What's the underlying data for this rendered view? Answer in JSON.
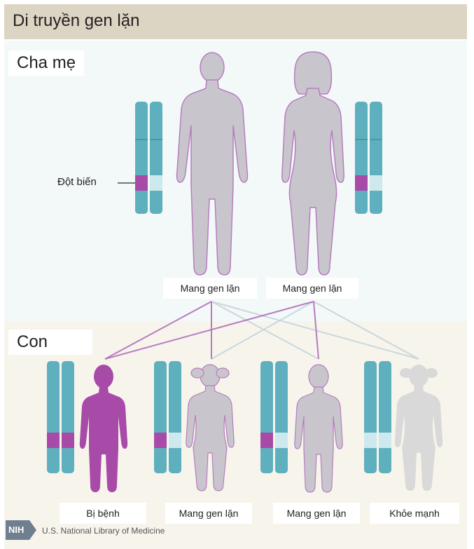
{
  "header": {
    "title": "Di truyền gen lặn"
  },
  "parents": {
    "section_label": "Cha mẹ",
    "mutation_label": "Đột biến",
    "father_caption": "Mang gen lặn",
    "mother_caption": "Mang gen lặn"
  },
  "children": {
    "section_label": "Con",
    "captions": [
      "Bị bệnh",
      "Mang gen lặn",
      "Mang gen lặn",
      "Khỏe mạnh"
    ]
  },
  "footer": {
    "logo_text": "NIH",
    "org_text": "U.S. National Library of Medicine"
  },
  "colors": {
    "header_bg": "#ddd5c3",
    "chromosome": "#5fb0be",
    "mutation": "#a84aa8",
    "normal_allele": "#cde9ee",
    "carrier_figure": "#c8c6cc",
    "affected_figure": "#a84aa8",
    "healthy_figure": "#d9d9d9",
    "line_mutant": "#b77cc0",
    "line_normal": "#c9d8dd"
  }
}
